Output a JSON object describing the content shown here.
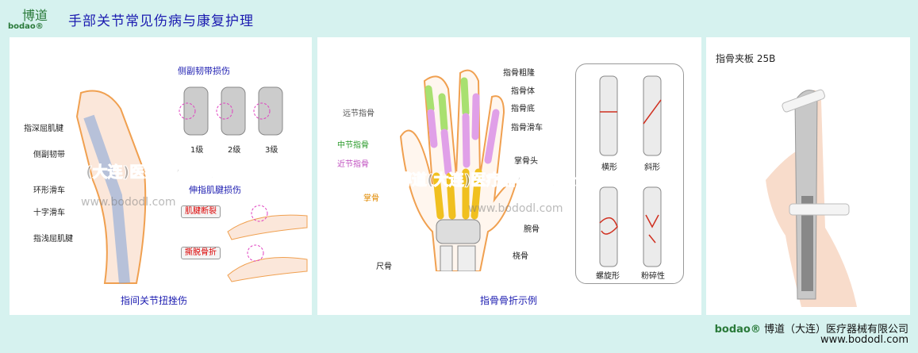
{
  "header": {
    "logo_cn": "博道",
    "logo_en": "bodao®",
    "title": "手部关节常见伤病与康复护理"
  },
  "panel1": {
    "caption": "指间关节扭挫伤",
    "labels": [
      "指深屈肌腱",
      "侧副韧带",
      "环形滑车",
      "十字滑车",
      "指浅屈肌腱"
    ],
    "ligament_title": "侧副韧带损伤",
    "grades": [
      "1级",
      "2级",
      "3级"
    ],
    "tendon_title": "伸指肌腱损伤",
    "tendon_items": [
      "肌腱断裂",
      "撕脱骨折"
    ]
  },
  "panel2": {
    "caption": "指骨骨折示例",
    "labels_left": [
      {
        "text": "远节指骨",
        "color": "#555555"
      },
      {
        "text": "中节指骨",
        "color": "#2a9a2a"
      },
      {
        "text": "近节指骨",
        "color": "#c050c0"
      },
      {
        "text": "掌骨",
        "color": "#e08a00"
      },
      {
        "text": "尺骨",
        "color": "#222222"
      }
    ],
    "labels_right": [
      "指骨粗隆",
      "指骨体",
      "指骨底",
      "指骨滑车",
      "掌骨头",
      "腕骨",
      "桡骨"
    ],
    "fracture_types": [
      "横形",
      "斜形",
      "螺旋形",
      "粉碎性"
    ]
  },
  "panel3": {
    "product": "指骨夹板 25B"
  },
  "watermark": {
    "name": "博道(大连)医疗器械有限公司",
    "url": "www.bododl.com"
  },
  "footer": {
    "logo_en": "bodao®",
    "company": "博道（大连）医疗器械有限公司",
    "url": "www.bododl.com"
  },
  "colors": {
    "background": "#d6f2ef",
    "title": "#1b1bb0",
    "distal": "#a8e070",
    "middle": "#a8e070",
    "proximal": "#e0a0e8",
    "metacarpal": "#f0c020"
  }
}
